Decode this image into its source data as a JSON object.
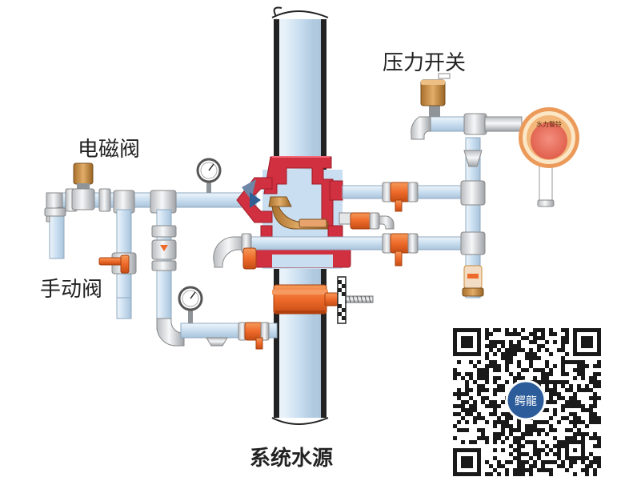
{
  "labels": {
    "pressure_switch": "压力开关",
    "solenoid_valve": "电磁阀",
    "manual_valve": "手动阀",
    "water_source": "系统水源"
  },
  "badges": {
    "qr_center": "鳄龍",
    "alarm_bell": "水力警铃"
  },
  "colors": {
    "pipe_fill": "#c9def0",
    "pipe_edge": "#8fa9c2",
    "fitting_metal": "#e4e6e8",
    "riser_wall": "#222222",
    "valve_body": "#d0303f",
    "valve_handle": "#ef6a2a",
    "brass": "#c98a3a",
    "qr_badge": "#2c5c9a"
  }
}
